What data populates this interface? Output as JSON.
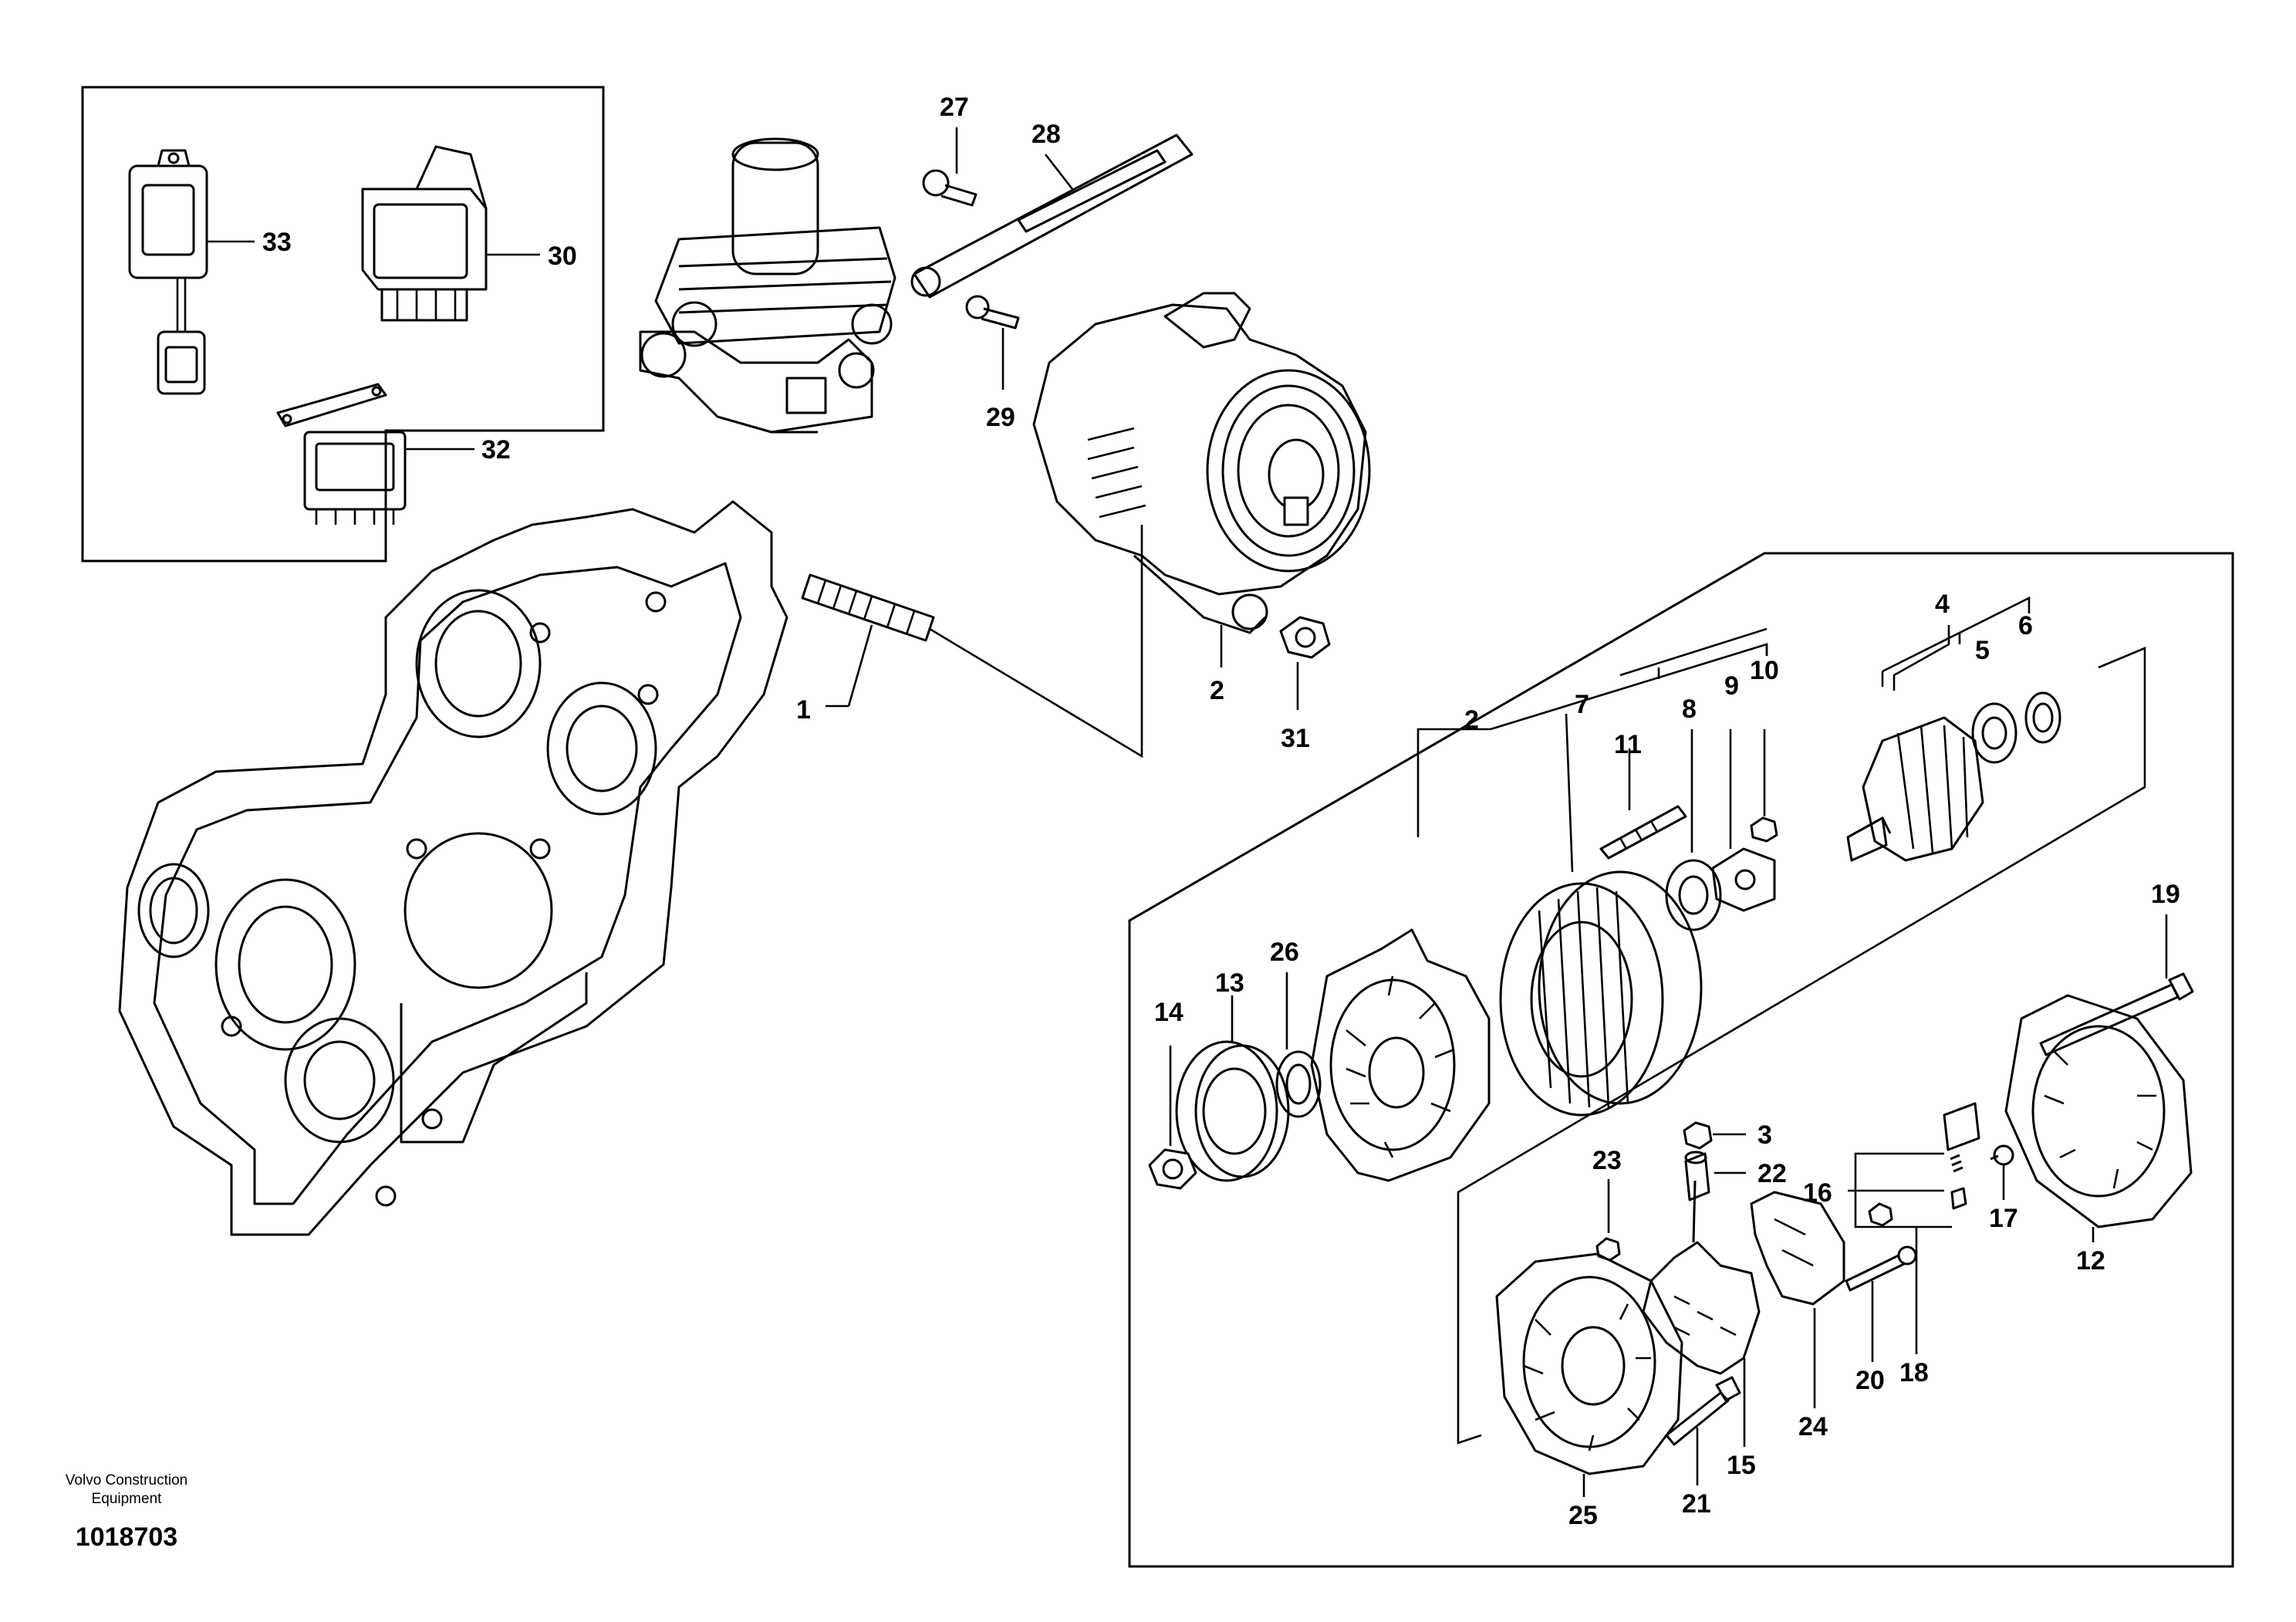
{
  "brand": {
    "line1": "Volvo Construction",
    "line2": "Equipment"
  },
  "document_number": "1018703",
  "callouts": {
    "c1": "1",
    "c2a": "2",
    "c2b": "2",
    "c3": "3",
    "c4": "4",
    "c5": "5",
    "c6": "6",
    "c7": "7",
    "c8": "8",
    "c9": "9",
    "c10": "10",
    "c11": "11",
    "c12": "12",
    "c13": "13",
    "c14": "14",
    "c15": "15",
    "c16": "16",
    "c17": "17",
    "c18": "18",
    "c19": "19",
    "c20": "20",
    "c21": "21",
    "c22": "22",
    "c23": "23",
    "c24": "24",
    "c25": "25",
    "c26": "26",
    "c27": "27",
    "c28": "28",
    "c29": "29",
    "c30": "30",
    "c31": "31",
    "c32": "32",
    "c33": "33"
  }
}
